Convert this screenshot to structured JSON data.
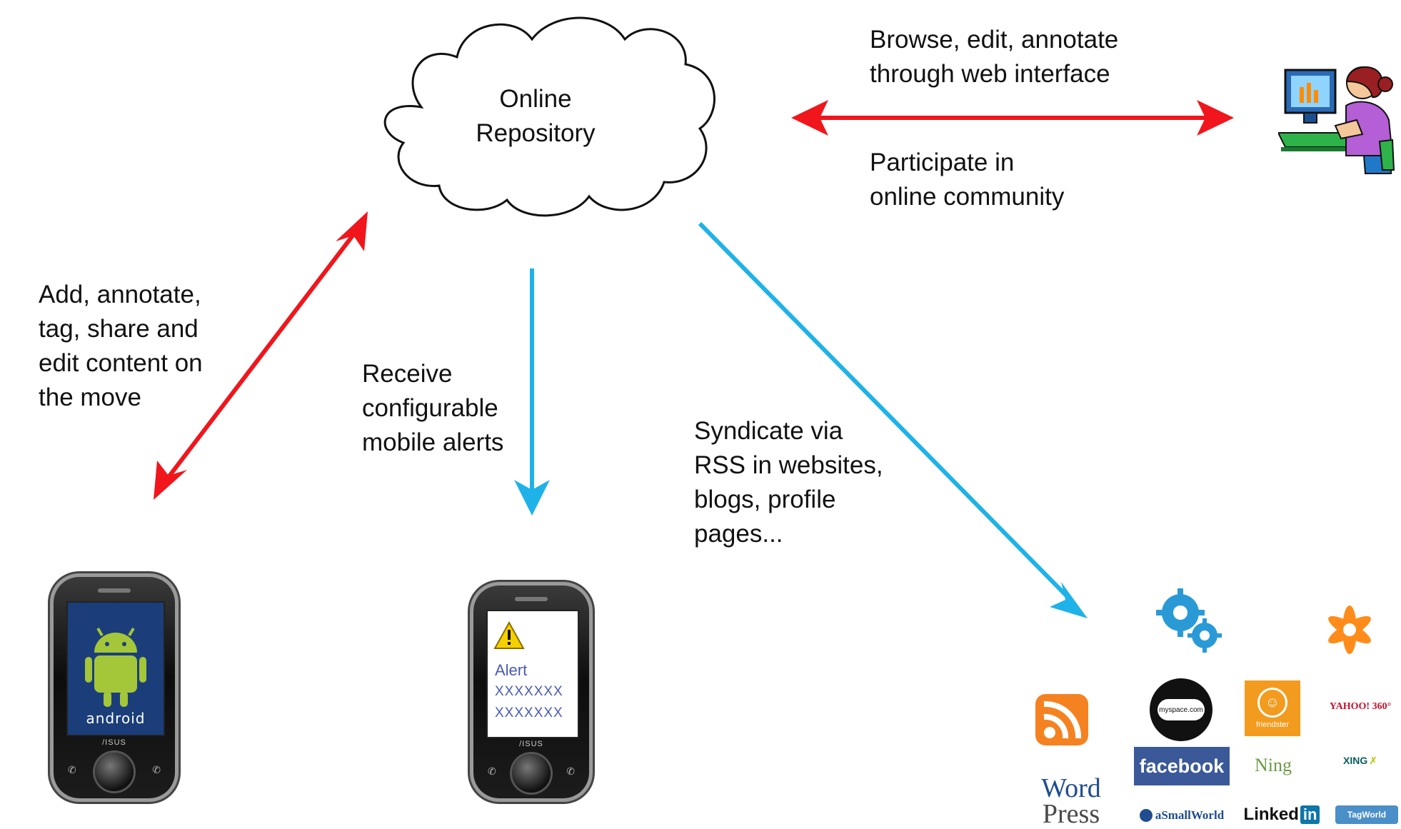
{
  "cloud": {
    "line1": "Online",
    "line2": "Repository"
  },
  "labels": {
    "web": {
      "line1": "Browse, edit, annotate",
      "line2": "through web interface"
    },
    "community": {
      "line1": "Participate in",
      "line2": "online community"
    },
    "mobile_edit": {
      "line1": "Add, annotate,",
      "line2": "tag, share and",
      "line3": "edit content  on",
      "line4": "the move"
    },
    "alerts": {
      "line1": "Receive",
      "line2": "configurable",
      "line3": "mobile alerts"
    },
    "syndicate": {
      "line1": "Syndicate via",
      "line2": "RSS in websites,",
      "line3": "blogs, profile",
      "line4": "pages..."
    }
  },
  "phones": {
    "android": {
      "brand": "/ISUS",
      "screen_text": "android"
    },
    "alert": {
      "brand": "/ISUS",
      "alert_title": "Alert",
      "line1": "XXXXXXX",
      "line2": "XXXXXXX"
    }
  },
  "logos": {
    "wordpress1": "Word",
    "wordpress2": "Press",
    "myspace": "myspace.com",
    "friendster": "friendster",
    "yahoo": "YAHOO! 360°",
    "facebook": "facebook",
    "ning": "Ning",
    "xing": "XING",
    "asmallworld": "aSmallWorld",
    "linkedin1": "Linked",
    "linkedin2": "in",
    "tagworld": "TagWorld"
  },
  "colors": {
    "red_arrow": "#f0161c",
    "blue_arrow": "#1fb2e8",
    "facebook": "#3b5998",
    "linkedin": "#0e76a8",
    "rss": "#f58220",
    "friendster": "#f39b1e"
  }
}
